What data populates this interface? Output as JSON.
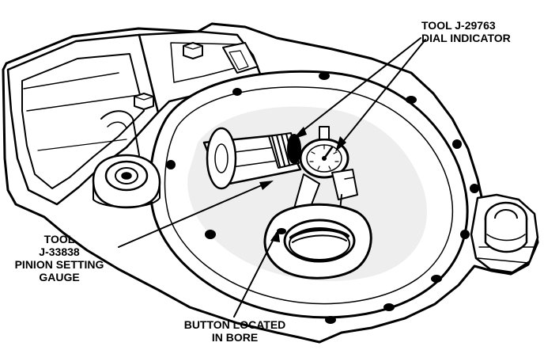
{
  "labels": {
    "dial_indicator": {
      "line1": "TOOL J-29763",
      "line2": "DIAL INDICATOR"
    },
    "pinion_gauge": {
      "line1": "TOOL",
      "line2": "J-33838",
      "line3": "PINION SETTING",
      "line4": "GAUGE"
    },
    "button": {
      "line1": "BUTTON LOCATED",
      "line2": "IN BORE"
    }
  },
  "colors": {
    "ink": "#000000",
    "paper": "#ffffff",
    "shade": "#cfcfcf"
  }
}
